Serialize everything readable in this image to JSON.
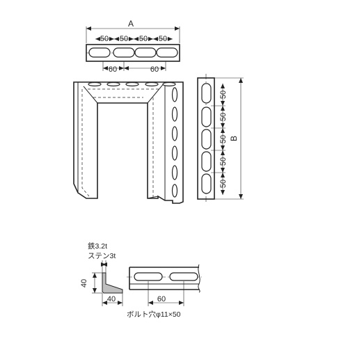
{
  "drawing": {
    "top_view": {
      "overall_label": "A",
      "hole_pitch_labels": [
        "50",
        "50",
        "50",
        "50"
      ],
      "lower_pitch_labels": [
        "60",
        "60"
      ]
    },
    "side_view": {
      "overall_label": "B",
      "hole_pitch_labels": [
        "50",
        "50",
        "50",
        "50",
        "50"
      ]
    },
    "section": {
      "material_iron": "鉄3.2t",
      "material_stainless": "ステン3t",
      "height_label": "40",
      "width_label": "40"
    },
    "slot_view": {
      "pitch_label": "60"
    },
    "bolt_hole_note": "ボルト穴φ11×50"
  }
}
